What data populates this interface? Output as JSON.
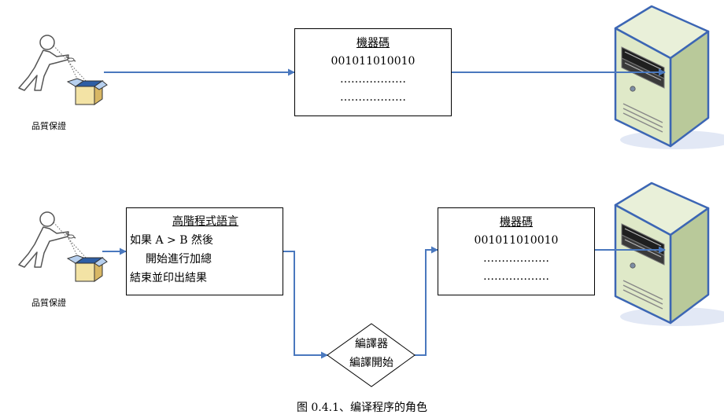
{
  "top": {
    "person_label": "品質保證",
    "machine_box": {
      "title": "機器碼",
      "line1": "001011010010",
      "line2": "………………",
      "line3": "………………"
    }
  },
  "bottom": {
    "person_label": "品質保證",
    "source_box": {
      "title": "高階程式語言",
      "line1": "如果 A > B 然後",
      "line2": "開始進行加總",
      "line3": "結束並印出結果"
    },
    "compiler": {
      "line1": "編譯器",
      "line2": "編譯開始"
    },
    "machine_box": {
      "title": "機器碼",
      "line1": "001011010010",
      "line2": "………………",
      "line3": "………………"
    }
  },
  "caption": "图 0.4.1、编译程序的角色",
  "icons": [
    "person-with-box-icon",
    "server-computer-icon"
  ],
  "colors": {
    "arrow": "#4a78be",
    "server_fill": "#dfe9c8",
    "server_edge": "#3c66b4"
  }
}
